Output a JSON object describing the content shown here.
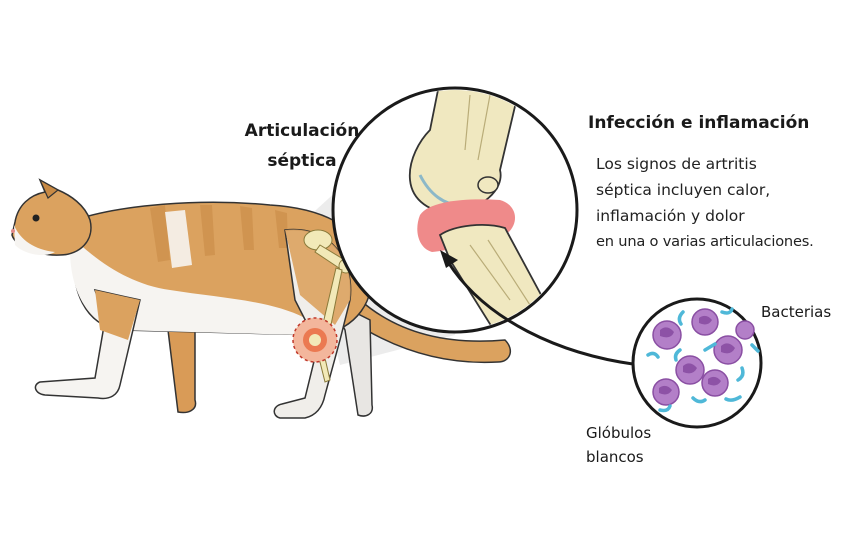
{
  "labels": {
    "joint_title": [
      "Articulación",
      "séptica"
    ],
    "infection_title": "Infección e inflamación",
    "infection_desc": [
      "Los signos de artritis",
      "séptica incluyen calor,",
      "inflamación y dolor",
      "en una o varias articulaciones."
    ],
    "bacteria": "Bacterias",
    "white_cells": [
      "Glóbulos",
      "blancos"
    ]
  },
  "colors": {
    "cat_orange": "#dba25f",
    "cat_white": "#f6f4f1",
    "bone": "#f0e8c0",
    "inflammation": "#ef8a8a",
    "cell_purple": "#b37fc8",
    "bacteria_blue": "#4fb8d8"
  }
}
